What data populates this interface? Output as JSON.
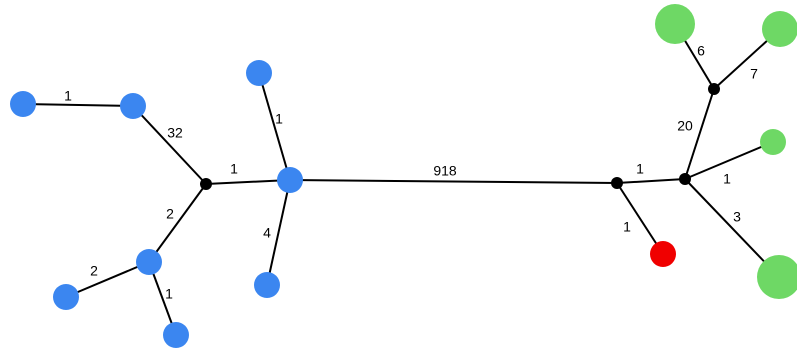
{
  "colors": {
    "blue": "#3b86f0",
    "green": "#6ed865",
    "red": "#f00000",
    "internal": "#000000",
    "edge": "#000000"
  },
  "nodes": [
    {
      "id": "b1",
      "color": "blue"
    },
    {
      "id": "b2",
      "color": "blue"
    },
    {
      "id": "j1",
      "color": "internal"
    },
    {
      "id": "b3",
      "color": "blue"
    },
    {
      "id": "b4",
      "color": "blue"
    },
    {
      "id": "b5",
      "color": "blue"
    },
    {
      "id": "b6",
      "color": "blue"
    },
    {
      "id": "b7",
      "color": "blue"
    },
    {
      "id": "b8",
      "color": "blue"
    },
    {
      "id": "j2",
      "color": "internal"
    },
    {
      "id": "r1",
      "color": "red"
    },
    {
      "id": "j3",
      "color": "internal"
    },
    {
      "id": "g1",
      "color": "green"
    },
    {
      "id": "g2",
      "color": "green"
    },
    {
      "id": "j4",
      "color": "internal"
    },
    {
      "id": "g3",
      "color": "green"
    },
    {
      "id": "g4",
      "color": "green"
    }
  ],
  "edges": [
    {
      "from": "b1",
      "to": "b2",
      "label": "1"
    },
    {
      "from": "b2",
      "to": "j1",
      "label": "32"
    },
    {
      "from": "j1",
      "to": "b3",
      "label": "1"
    },
    {
      "from": "j1",
      "to": "b6",
      "label": "2"
    },
    {
      "from": "b6",
      "to": "b7",
      "label": "2"
    },
    {
      "from": "b6",
      "to": "b8",
      "label": "1"
    },
    {
      "from": "b3",
      "to": "b4",
      "label": "1"
    },
    {
      "from": "b3",
      "to": "b5",
      "label": "4"
    },
    {
      "from": "b3",
      "to": "j2",
      "label": "918"
    },
    {
      "from": "j2",
      "to": "r1",
      "label": "1"
    },
    {
      "from": "j2",
      "to": "j3",
      "label": "1"
    },
    {
      "from": "j3",
      "to": "j4",
      "label": "20"
    },
    {
      "from": "j4",
      "to": "g1",
      "label": "6"
    },
    {
      "from": "j4",
      "to": "g2",
      "label": "7"
    },
    {
      "from": "j3",
      "to": "g3",
      "label": "1"
    },
    {
      "from": "j3",
      "to": "g4",
      "label": "3"
    }
  ]
}
